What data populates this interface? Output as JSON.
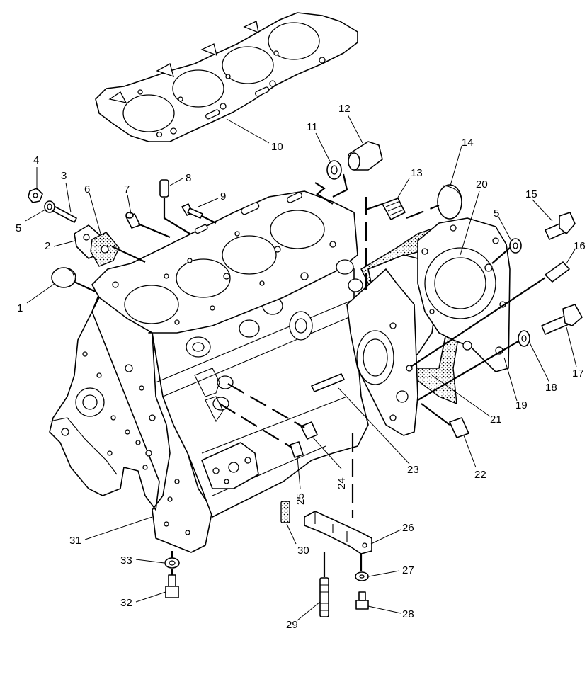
{
  "diagram": {
    "type": "exploded parts diagram",
    "callouts": [
      "1",
      "2",
      "3",
      "4",
      "5",
      "5",
      "6",
      "7",
      "8",
      "9",
      "10",
      "11",
      "12",
      "13",
      "14",
      "15",
      "16",
      "17",
      "18",
      "19",
      "20",
      "21",
      "22",
      "23",
      "24",
      "25",
      "26",
      "27",
      "28",
      "29",
      "30",
      "31",
      "32",
      "33"
    ]
  }
}
